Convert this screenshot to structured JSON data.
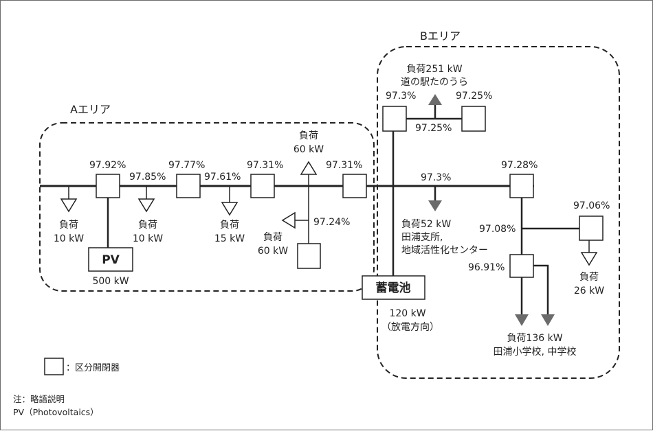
{
  "areas": {
    "a": "Aエリア",
    "b": "Bエリア"
  },
  "percents": {
    "a1": "97.92%",
    "a1b": "97.85%",
    "a2": "97.77%",
    "a2b": "97.61%",
    "a3": "97.31%",
    "a4": "97.31%",
    "a_branch": "97.24%",
    "b_top_left": "97.3%",
    "b_top_right": "97.25%",
    "b_top_mid": "97.25%",
    "main_mid": "97.3%",
    "b_right": "97.28%",
    "b_far": "97.06%",
    "b_mid": "97.08%",
    "b_low": "96.91%"
  },
  "loads": {
    "a1": [
      "負荷",
      "10 kW"
    ],
    "a2": [
      "負荷",
      "10 kW"
    ],
    "a3": [
      "負荷",
      "15 kW"
    ],
    "a_top": [
      "負荷",
      "60 kW"
    ],
    "a_branch": [
      "負荷",
      "60 kW"
    ],
    "b_top": [
      "負荷251 kW",
      "道の駅たのうら"
    ],
    "b_center": [
      "負荷52 kW",
      "田浦支所,",
      "地域活性化センター"
    ],
    "b_far": [
      "負荷",
      "26 kW"
    ],
    "b_school": [
      "負荷136 kW",
      "田浦小学校, 中学校"
    ]
  },
  "pv": {
    "label": "PV",
    "capacity": "500 kW"
  },
  "battery": {
    "label": "蓄電池",
    "detail": [
      "120 kW",
      "（放電方向）"
    ]
  },
  "legend": {
    "switch_label": "：区分開閉器"
  },
  "note": {
    "title": "注：略語説明",
    "pv": "PV（Photovoltaics）"
  },
  "colors": {
    "line": "#222222",
    "arrow_fill": "#6b6b6b",
    "frame": "#6b6b6b"
  }
}
